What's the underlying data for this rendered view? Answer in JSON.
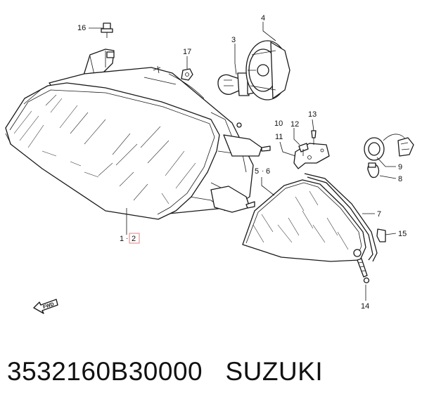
{
  "callouts": {
    "c1": "1",
    "c2": "2",
    "c3": "3",
    "c4": "4",
    "c5": "5",
    "c6": "6",
    "c7": "7",
    "c8": "8",
    "c9": "9",
    "c10": "10",
    "c11": "11",
    "c12": "12",
    "c13": "13",
    "c14": "14",
    "c15": "15",
    "c16": "16",
    "c17": "17"
  },
  "fwd_label": "FWD",
  "caption": {
    "part_number": "3532160B30000",
    "brand": "SUZUKI"
  },
  "colors": {
    "line": "#1a1a1a",
    "highlight_box": "#e08080"
  }
}
